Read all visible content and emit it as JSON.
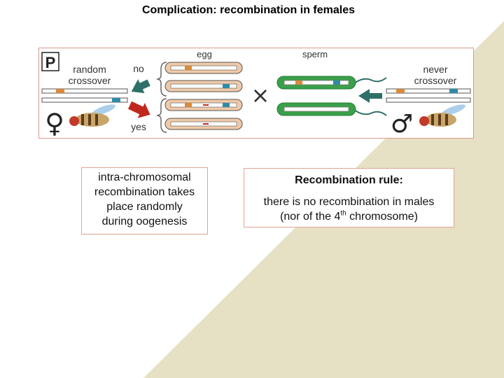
{
  "title": "Complication: recombination in females",
  "figure": {
    "panel_letter": "P",
    "female_label_line1": "random",
    "female_label_line2": "crossover",
    "no_label": "no",
    "yes_label": "yes",
    "egg_label": "egg",
    "sperm_label": "sperm",
    "cross_symbol": "×",
    "male_label_line1": "never",
    "male_label_line2": "crossover",
    "female_symbol": "♀",
    "male_symbol": "♂",
    "colors": {
      "orange": "#d98a3a",
      "blue": "#2e8aa8",
      "teal": "#2f6f6a",
      "red": "#c0281e",
      "green": "#3aa04a"
    }
  },
  "left_box": {
    "line1": "intra-chromosomal",
    "line2": "recombination takes",
    "line3": "place randomly",
    "line4": "during oogenesis"
  },
  "right_box": {
    "heading": "Recombination rule:",
    "line1": "there is no recombination in males",
    "line2_pre": "(nor of the 4",
    "line2_sup": "th",
    "line2_post": " chromosome)"
  }
}
